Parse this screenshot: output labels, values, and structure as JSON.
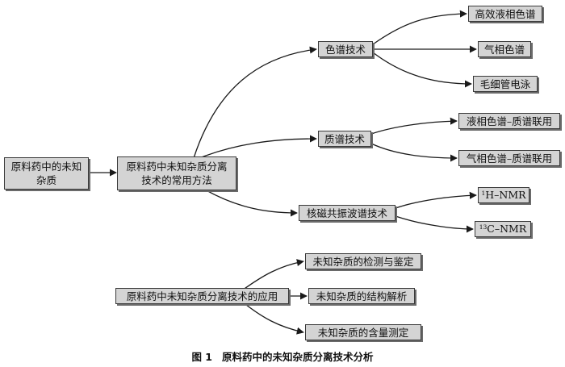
{
  "nodes": {
    "root": "原料药中的未知杂质",
    "methods": "原料药中未知杂质分离技术的常用方法",
    "chromatography": "色谱技术",
    "hplc": "高效液相色谱",
    "gc": "气相色谱",
    "ce": "毛细管电泳",
    "ms": "质谱技术",
    "lcms": "液相色谱–质谱联用",
    "gcms": "气相色谱–质谱联用",
    "nmr": "核磁共振波谱技术",
    "hnmr": {
      "sup": "1",
      "text": "H–NMR"
    },
    "cnmr": {
      "sup": "13",
      "text": "C–NMR"
    },
    "application": "原料药中未知杂质分离技术的应用",
    "detection": "未知杂质的检测与鉴定",
    "structure": "未知杂质的结构解析",
    "content": "未知杂质的含量测定"
  },
  "caption": {
    "figure_no": "图 1",
    "title": "原料药中的未知杂质分离技术分析"
  }
}
